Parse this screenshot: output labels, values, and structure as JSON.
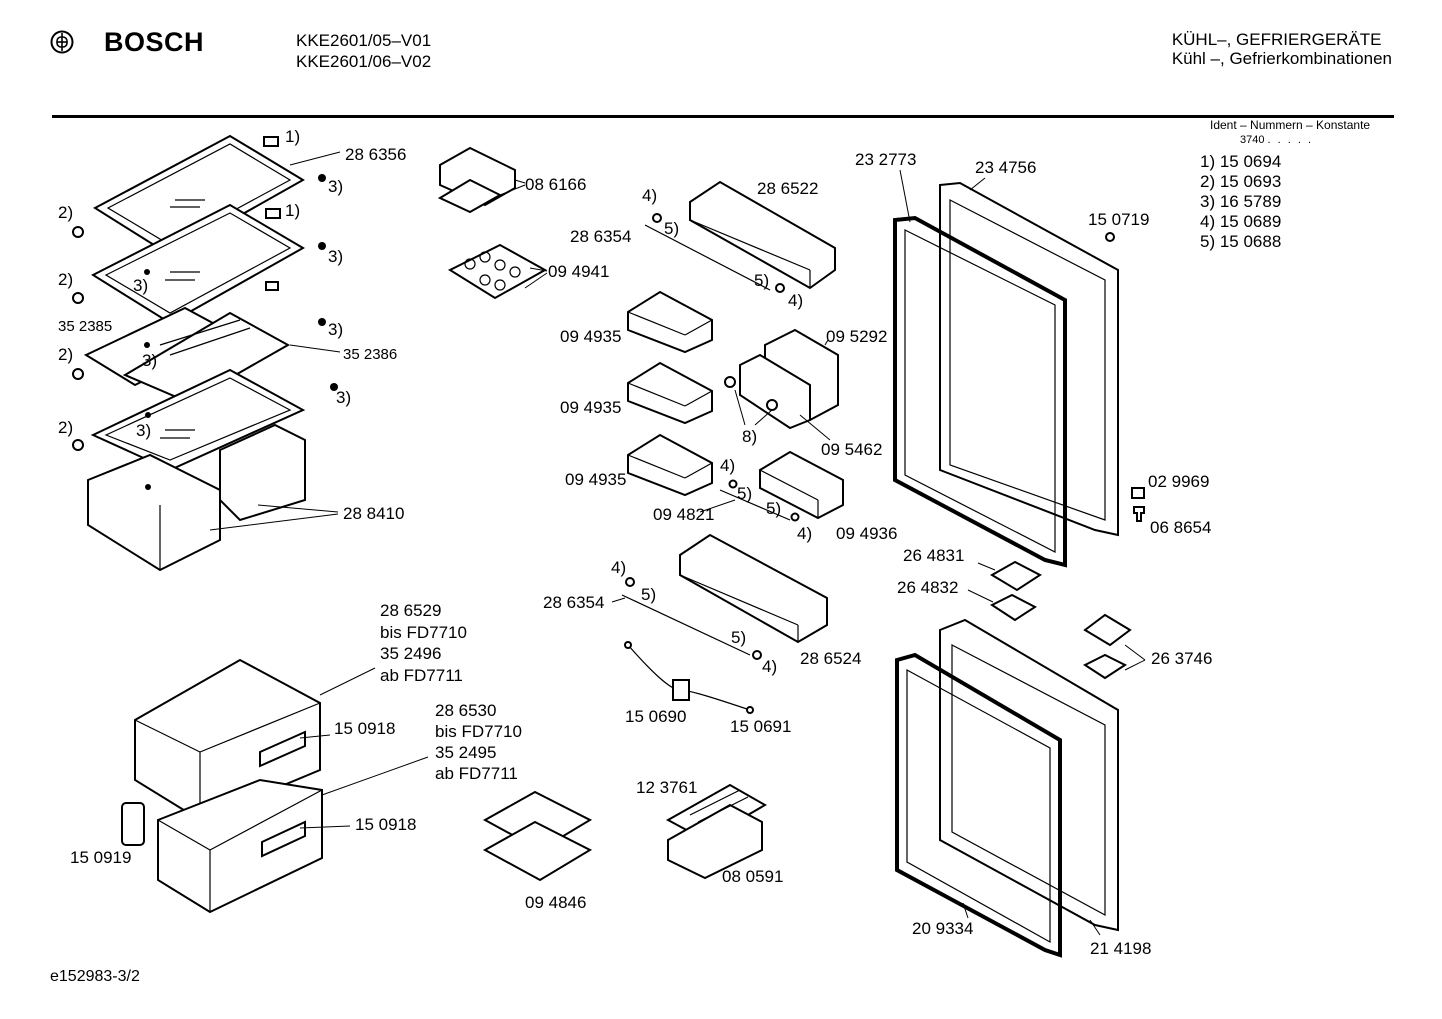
{
  "header": {
    "brand": "BOSCH",
    "logo_icon": "bosch-armature-logo-icon",
    "model_1": "KKE2601/05–V01",
    "model_2": "KKE2601/06–V02",
    "category_1": "KÜHL–, GEFRIERGERÄTE",
    "category_2": "Kühl –, Gefrierkombinationen"
  },
  "legend": {
    "title": "Ident – Nummern – Konstante",
    "konstante": "3740",
    "dots": ". . . . .",
    "items": [
      "1)  15 0694",
      "2)  15 0693",
      "3)  16 5789",
      "4)  15 0689",
      "5)  15 0688"
    ]
  },
  "labels": {
    "p286356": "28 6356",
    "r1a": "1)",
    "r1b": "1)",
    "r2a": "2)",
    "r2b": "2)",
    "r2c": "2)",
    "r2d": "2)",
    "r3a": "3)",
    "r3b": "3)",
    "r3c": "3)",
    "r3d": "3)",
    "r3e": "3)",
    "r3f": "3)",
    "r3g": "3)",
    "p352385": "35 2385",
    "p352386": "35 2386",
    "p288410": "28 8410",
    "p086166": "08 6166",
    "p094941": "09 4941",
    "p286522": "28 6522",
    "p286354a": "28 6354",
    "p286354b": "28 6354",
    "r4a": "4)",
    "r5a": "5)",
    "r5b": "5)",
    "r4b": "4)",
    "p094935a": "09 4935",
    "p094935b": "09 4935",
    "p094935c": "09 4935",
    "p095292": "09 5292",
    "r8": "8)",
    "p095462": "09 5462",
    "r4c": "4)",
    "r5c": "5)",
    "r5d": "5)",
    "r4d": "4)",
    "p094821": "09 4821",
    "p094936": "09 4936",
    "r4e": "4)",
    "r5e": "5)",
    "r5f": "5)",
    "r4f": "4)",
    "p286524": "28 6524",
    "p150690": "15 0690",
    "p150691": "15 0691",
    "p232773": "23 2773",
    "p234756": "23 4756",
    "p150719": "15 0719",
    "p029969": "02 9969",
    "p068654": "06 8654",
    "p264831": "26 4831",
    "p264832": "26 4832",
    "p263746": "26 3746",
    "p209334": "20 9334",
    "p214198": "21 4198",
    "p286529_1": "28 6529",
    "p286529_2": "bis FD7710",
    "p286529_3": "35 2496",
    "p286529_4": "ab FD7711",
    "p286530_1": "28 6530",
    "p286530_2": "bis FD7710",
    "p286530_3": "35 2495",
    "p286530_4": "ab FD7711",
    "p150918a": "15 0918",
    "p150918b": "15 0918",
    "p150919": "15 0919",
    "p123761": "12 3761",
    "p080591": "08 0591",
    "p094846": "09 4846"
  },
  "footer": {
    "code": "e152983-3/2"
  }
}
